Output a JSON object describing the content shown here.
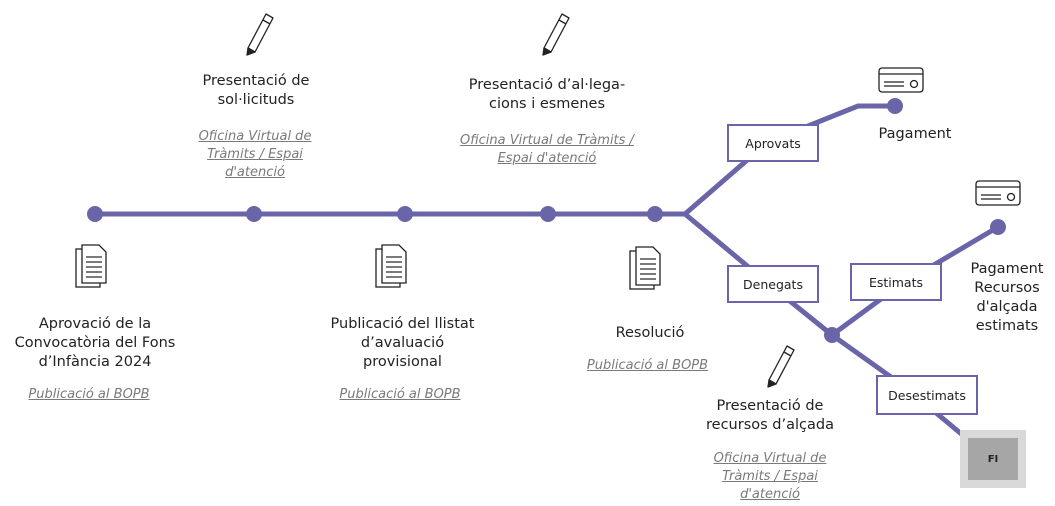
{
  "colors": {
    "line": "#6a65a8",
    "node": "#6a65a8",
    "link_text": "#7a7a7a"
  },
  "steps": {
    "aprovacio": {
      "title": "Aprovació de la Convocatòria del Fons d’Infància 2024",
      "link": "Publicació al BOPB",
      "icon": "document-icon"
    },
    "presentacio": {
      "title": "Presentació de sol·licituds",
      "link": "Oficina Virtual de Tràmits / Espai d'atenció",
      "icon": "pencil-icon"
    },
    "publicacio": {
      "title": "Publicació del llistat d’avaluació provisional",
      "link": "Publicació al BOPB",
      "icon": "document-icon"
    },
    "allegacions": {
      "title": "Presentació d’al·lega-cions i esmenes",
      "link": "Oficina Virtual de Tràmits / Espai d'atenció",
      "icon": "pencil-icon"
    },
    "resolucio": {
      "title": "Resolució",
      "link": "Publicació al BOPB",
      "icon": "document-icon"
    },
    "pagament": {
      "title": "Pagament",
      "icon": "credit-card-icon"
    },
    "pagament_recursos": {
      "title": "Pagament Recursos d'alçada estimats",
      "icon": "credit-card-icon"
    },
    "recursos": {
      "title": "Presentació de recursos d’alçada",
      "link": "Oficina Virtual de Tràmits / Espai d'atenció",
      "icon": "pencil-icon"
    }
  },
  "branches": {
    "aprovats": "Aprovats",
    "denegats": "Denegats",
    "estimats": "Estimats",
    "desestimats": "Desestimats",
    "fi": "FI"
  }
}
